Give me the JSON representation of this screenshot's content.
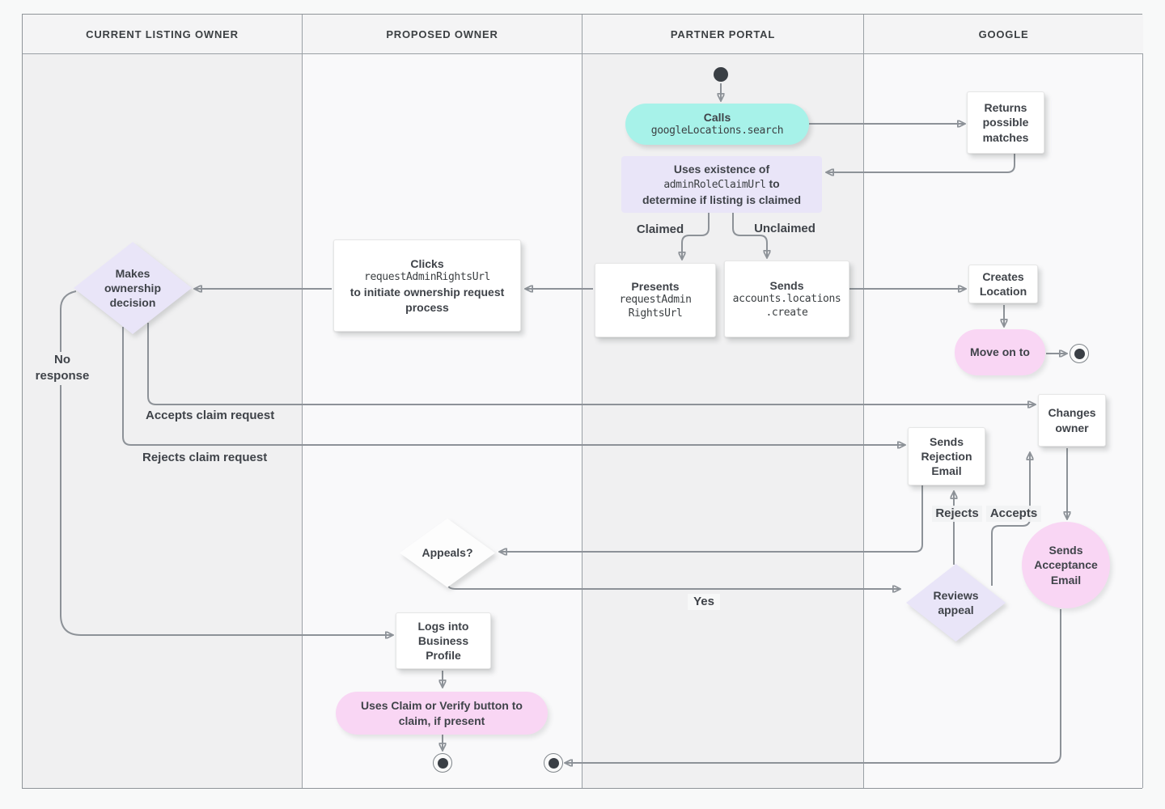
{
  "lanes": [
    {
      "label": "CURRENT LISTING OWNER"
    },
    {
      "label": "PROPOSED OWNER"
    },
    {
      "label": "PARTNER PORTAL"
    },
    {
      "label": "GOOGLE"
    }
  ],
  "nodes": {
    "calls": {
      "title": "Calls",
      "code": "googleLocations.search"
    },
    "returns_matches": {
      "label": "Returns possible matches"
    },
    "uses_existence": {
      "line1": "Uses existence of",
      "code": "adminRoleClaimUrl",
      "line2": "to",
      "line3": "determine if listing is claimed"
    },
    "presents": {
      "title": "Presents",
      "code": "requestAdmin\nRightsUrl"
    },
    "sends_create": {
      "title": "Sends",
      "code": "accounts.locations\n.create"
    },
    "clicks": {
      "title": "Clicks",
      "code": "requestAdminRightsUrl",
      "rest": "to initiate ownership request process"
    },
    "makes_decision": {
      "label": "Makes ownership decision"
    },
    "creates_location": {
      "label": "Creates Location"
    },
    "move_on": {
      "label": "Move on to"
    },
    "changes_owner": {
      "label": "Changes owner"
    },
    "sends_rejection": {
      "label": "Sends Rejection Email"
    },
    "sends_acceptance": {
      "label": "Sends Acceptance Email"
    },
    "reviews_appeal": {
      "label": "Reviews appeal"
    },
    "appeals": {
      "label": "Appeals?"
    },
    "logs_in": {
      "label": "Logs into Business Profile"
    },
    "claim_verify": {
      "label": "Uses Claim or Verify button to claim, if present"
    }
  },
  "edge_labels": {
    "claimed": "Claimed",
    "unclaimed": "Unclaimed",
    "no_response": "No response",
    "accepts_claim": "Accepts claim request",
    "rejects_claim": "Rejects claim request",
    "rejects": "Rejects",
    "accepts": "Accepts",
    "yes": "Yes"
  },
  "colors": {
    "teal_node": "#a7f2e9",
    "lavender_node": "#e9e5f8",
    "pink_node": "#f9d6f4",
    "white_node": "#ffffff",
    "connector": "#8d9298",
    "text": "#3f4349",
    "lane_gray": "#f0f0f1",
    "lane_light": "#f9f9fa"
  }
}
